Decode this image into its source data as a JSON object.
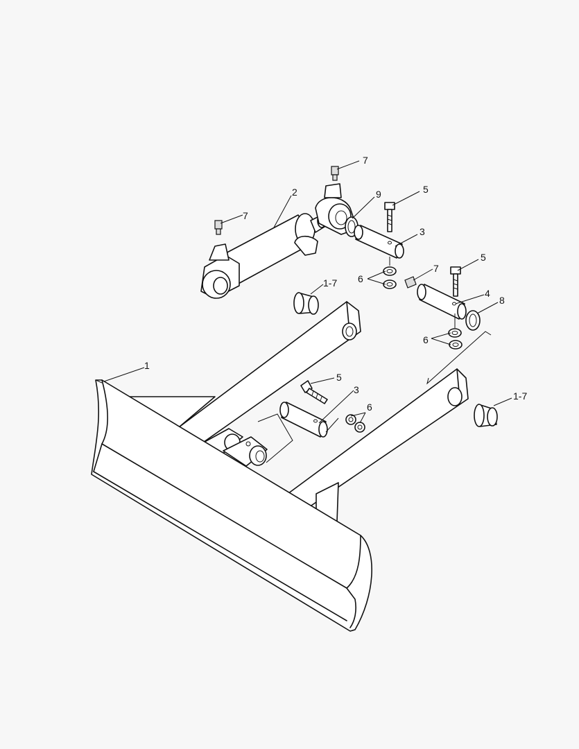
{
  "callouts": {
    "blade": "1",
    "cylinder": "2",
    "pin_upper": "3",
    "pin_lower": "3",
    "pin_right": "4",
    "bolt_a": "5",
    "bolt_b": "5",
    "bolt_c": "5",
    "nuts_a": "6",
    "nuts_b": "6",
    "nuts_c": "6",
    "grease_a": "7",
    "grease_b": "7",
    "grease_c": "7",
    "washer_right": "8",
    "washer_top": "9",
    "bushing_left": "1-7",
    "bushing_right": "1-7"
  }
}
